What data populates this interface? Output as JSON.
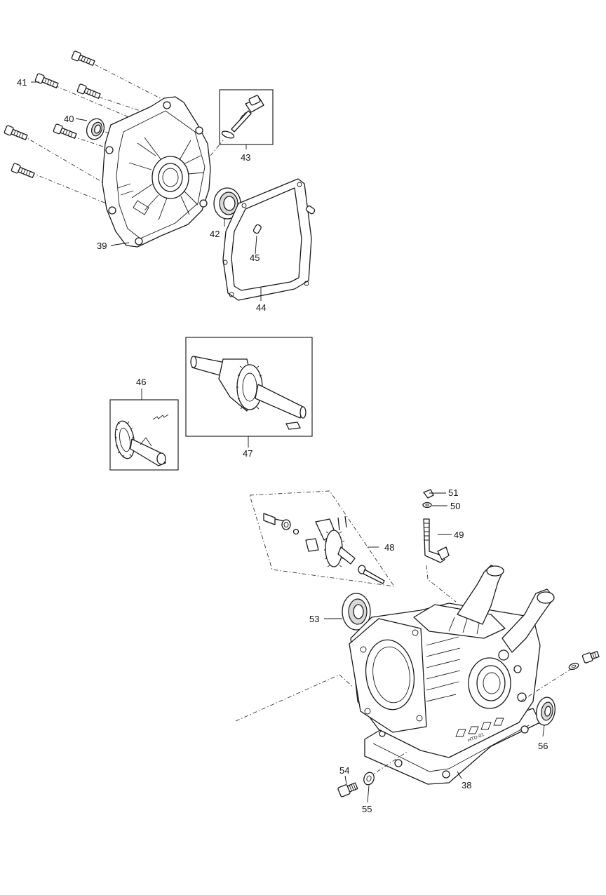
{
  "callouts": {
    "c38": "38",
    "c39": "39",
    "c40": "40",
    "c41": "41",
    "c42": "42",
    "c43": "43",
    "c44": "44",
    "c45": "45",
    "c46": "46",
    "c47": "47",
    "c48": "48",
    "c49": "49",
    "c50": "50",
    "c51": "51",
    "c53": "53",
    "c54": "54",
    "c55": "55",
    "c56": "56"
  },
  "crankcase_stamp": "HTD-01",
  "colors": {
    "line": "#1a1a1a",
    "background": "#ffffff"
  }
}
